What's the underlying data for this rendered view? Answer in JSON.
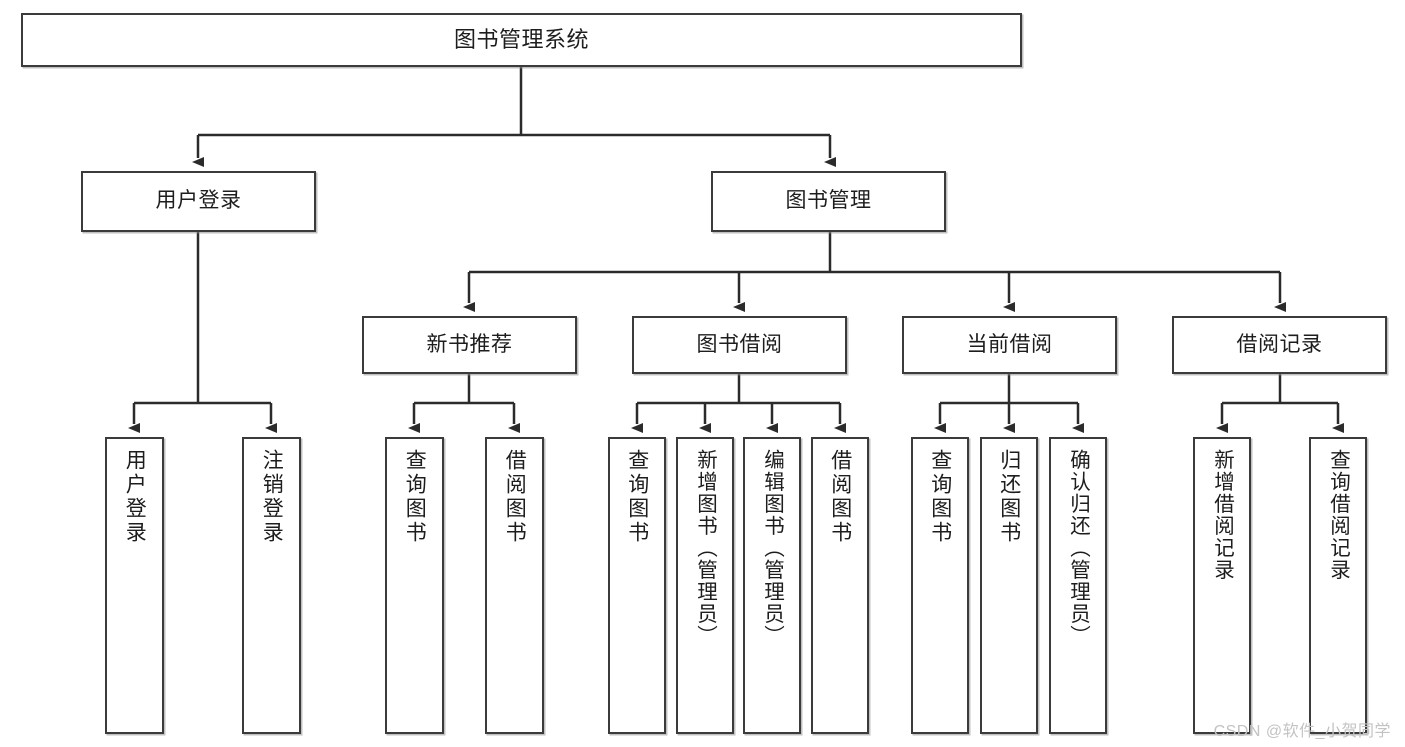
{
  "diagram": {
    "title": "图书管理系统",
    "type": "tree-structure-chart",
    "colors": {
      "box_border": "#3b3b3b",
      "box_fill": "#ffffff",
      "edge": "#2b2b2b",
      "watermark": "#c3c3c3",
      "background": "#ffffff"
    },
    "root": {
      "label": "图书管理系统"
    },
    "level2": [
      {
        "label": "用户登录"
      },
      {
        "label": "图书管理"
      }
    ],
    "level3": [
      {
        "label": "新书推荐"
      },
      {
        "label": "图书借阅"
      },
      {
        "label": "当前借阅"
      },
      {
        "label": "借阅记录"
      }
    ],
    "leaves": {
      "user_login": [
        {
          "label": "用户登录"
        },
        {
          "label": "注销登录"
        }
      ],
      "new_book_recommend": [
        {
          "label": "查询图书"
        },
        {
          "label": "借阅图书"
        }
      ],
      "book_borrow": [
        {
          "label": "查询图书"
        },
        {
          "label": "新增图书（管理员）"
        },
        {
          "label": "编辑图书（管理员）"
        },
        {
          "label": "借阅图书"
        }
      ],
      "current_borrow": [
        {
          "label": "查询图书"
        },
        {
          "label": "归还图书"
        },
        {
          "label": "确认归还（管理员）"
        }
      ],
      "borrow_record": [
        {
          "label": "新增借阅记录"
        },
        {
          "label": "查询借阅记录"
        }
      ]
    }
  },
  "watermark": {
    "text": "CSDN @软件_小贺同学"
  }
}
